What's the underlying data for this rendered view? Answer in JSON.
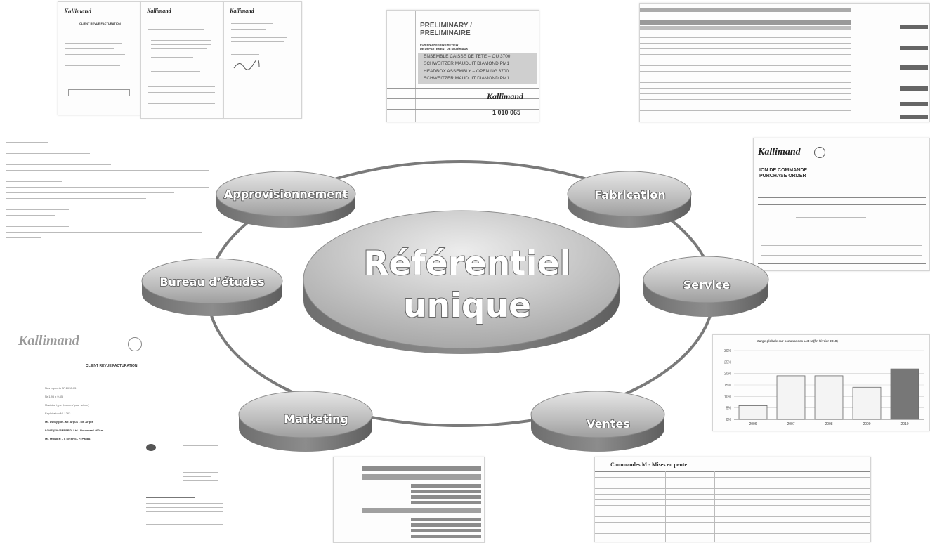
{
  "diagram": {
    "center": {
      "line1": "Référentiel",
      "line2": "unique"
    },
    "nodes": [
      {
        "id": "approvisionnement",
        "label": "Approvisionnement"
      },
      {
        "id": "fabrication",
        "label": "Fabrication"
      },
      {
        "id": "bureau-etudes",
        "label": "Bureau d’études"
      },
      {
        "id": "service",
        "label": "Service"
      },
      {
        "id": "marketing",
        "label": "Marketing"
      },
      {
        "id": "ventes",
        "label": "Ventes"
      }
    ]
  },
  "documents": {
    "brand": "Kallimand",
    "preliminary": {
      "title1": "PRELIMINARY /",
      "title2": "PRELIMINAIRE",
      "for_approval": "FOR ENGINEERING REVIEW",
      "materials": "DE DÉPARTEMENT DE MATÉRIAUX",
      "rows": [
        "ENSEMBLE CAISSE DE TETE – OU 3700",
        "SCHWEITZER MAUDUIT DIAMOND PM1",
        "HEADBOX ASSEMBLY – OPENING 3700",
        "SCHWEITZER MAUDUIT DIAMOND PM1"
      ],
      "number": "1 010 065"
    },
    "purchase_order": {
      "line1": "ION DE COMMANDE",
      "line2": "PURCHASE ORDER"
    },
    "invoice": {
      "title": "CLIENT REVUE FACTURATION",
      "fields": [
        "Nos rapports N° 2018-05",
        "Nr 1.95 x 9.85",
        "Machine type (bonnes/ pour article)",
        "Exploitation N° 1263",
        "Mr. Dufaygne - Mr. Argus - Mr. Argus",
        "LOVE (FAVREBERG) Ltd - Boulevard 460km",
        "Mr. MUNIER - T. MYERS - F. Papps"
      ]
    },
    "bar_chart": {
      "title": "Marge globale sur commandes L et N (fin février 2010)"
    },
    "table": {
      "title": "Commandes M - Mises en pente"
    }
  },
  "chart_data": {
    "type": "bar",
    "title": "Marge globale sur commandes L et N (fin février 2010)",
    "categories": [
      "2006",
      "2007",
      "2008",
      "2009",
      "2010"
    ],
    "values": [
      6,
      19,
      19,
      14,
      22
    ],
    "ylim": [
      0,
      30
    ],
    "yticks": [
      "30%",
      "25%",
      "20%",
      "15%",
      "10%",
      "5%",
      "0%"
    ],
    "xlabel": "",
    "ylabel": "",
    "grid": true
  }
}
